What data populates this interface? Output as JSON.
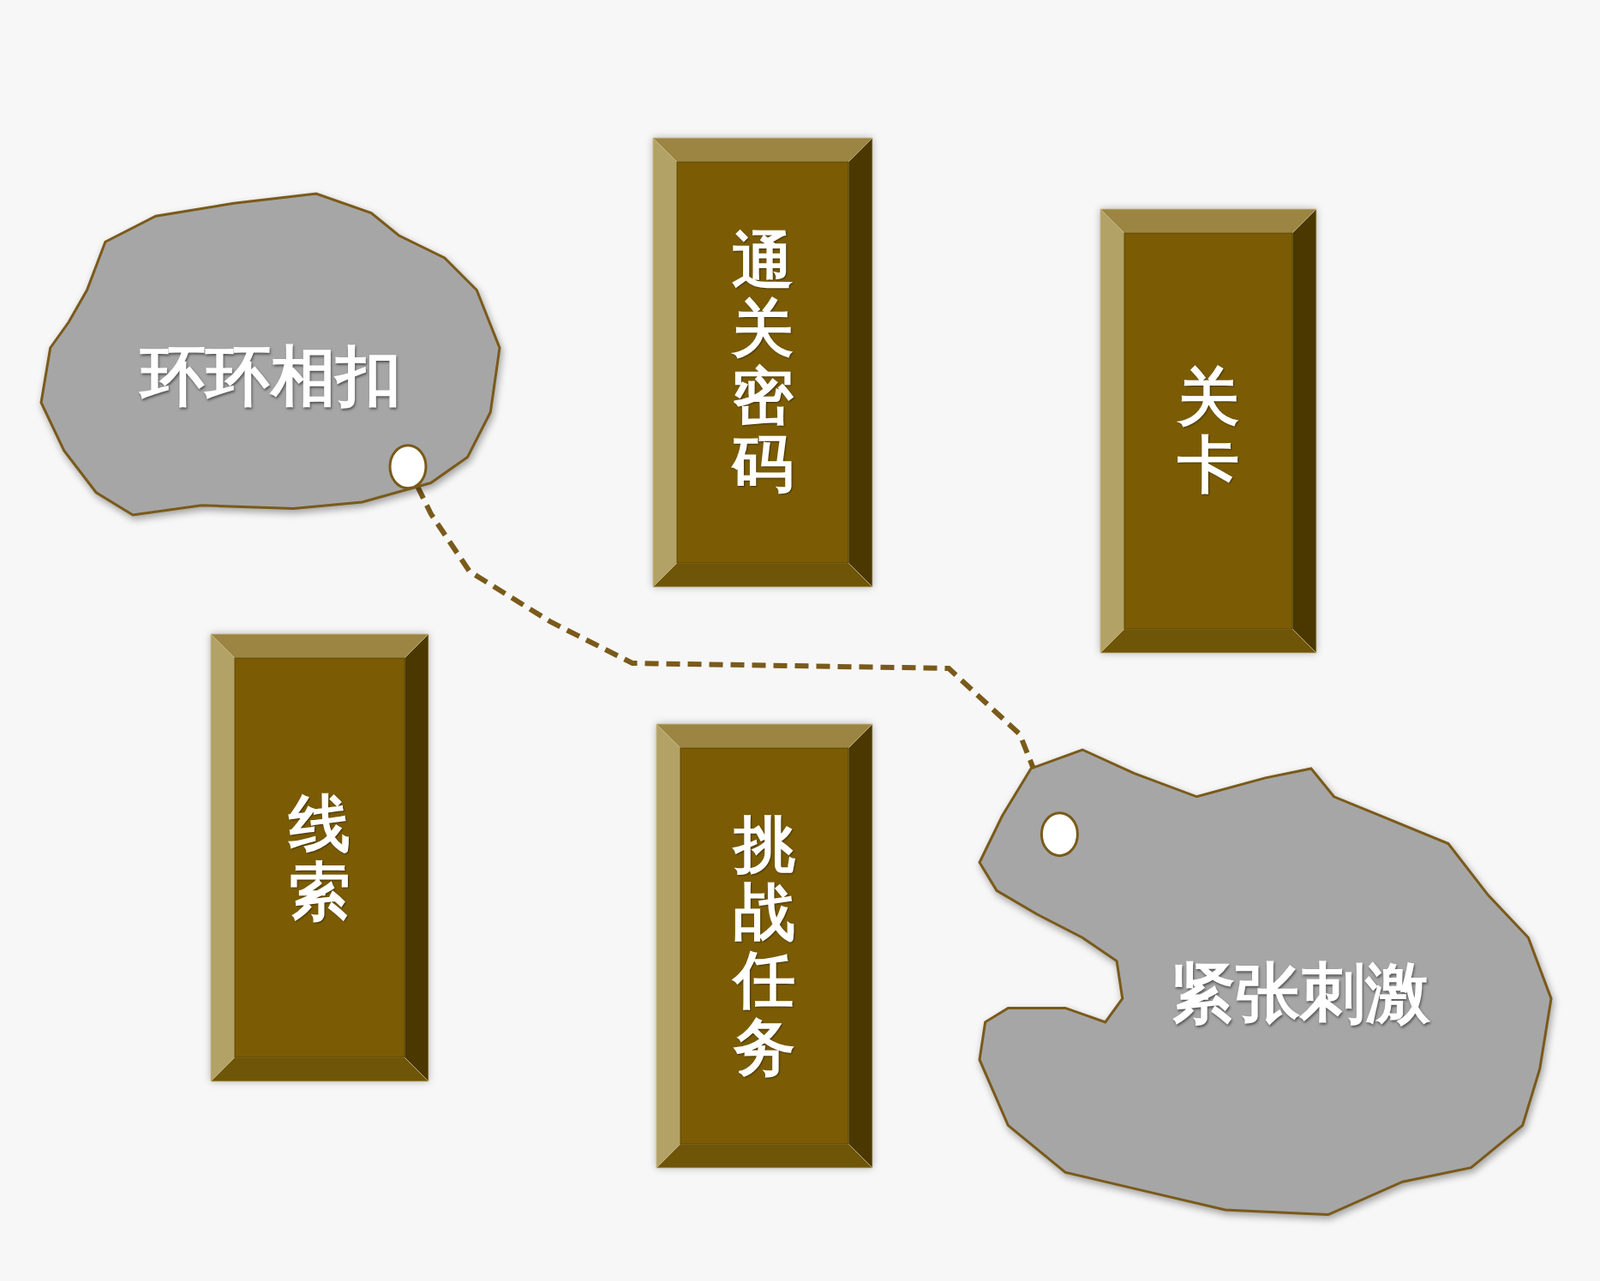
{
  "diagram": {
    "nodes": [
      {
        "text": [
          "环环相扣"
        ]
      },
      {
        "text": [
          "通关密码"
        ]
      },
      {
        "text": [
          "关卡"
        ]
      },
      {
        "text": [
          "线索"
        ]
      },
      {
        "text": [
          "挑战任务"
        ]
      },
      {
        "text": [
          "紧张刺激"
        ]
      }
    ],
    "edges": [
      {
        "from": 0,
        "to": 5,
        "arrow": "none"
      }
    ]
  }
}
